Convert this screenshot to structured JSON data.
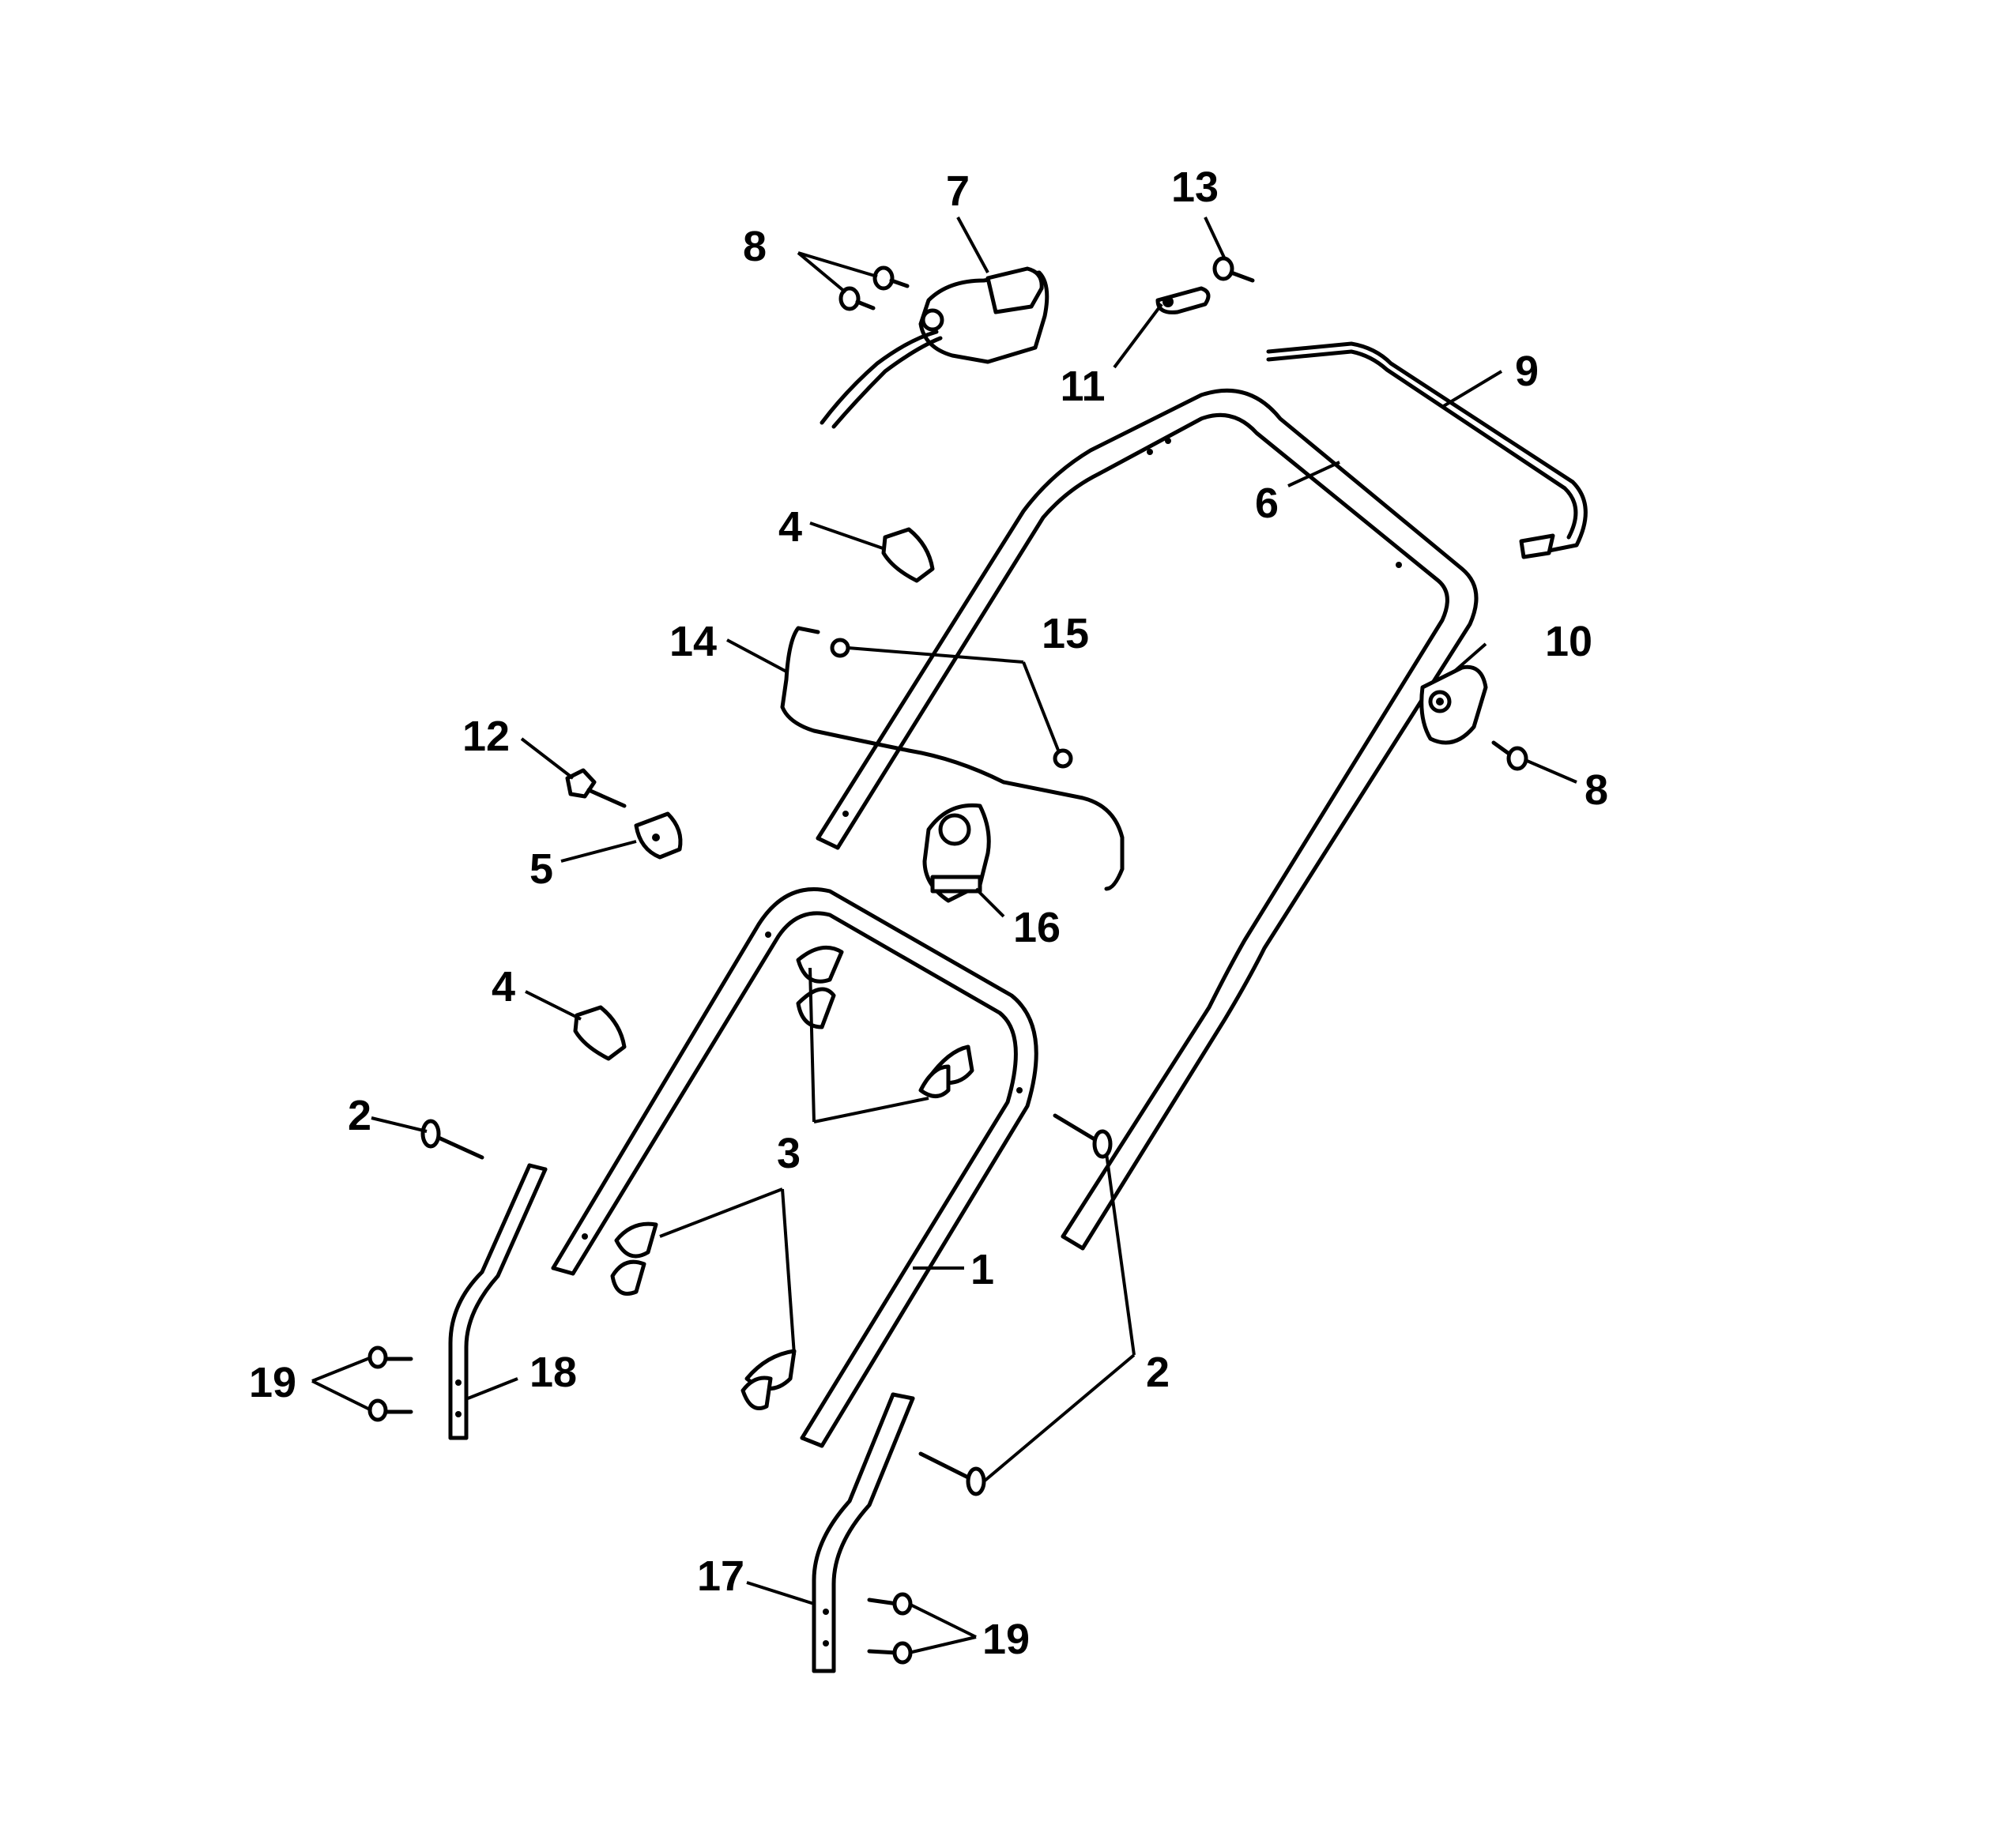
{
  "diagram": {
    "callouts": {
      "c1": "1",
      "c2a": "2",
      "c2b": "2",
      "c3": "3",
      "c4a": "4",
      "c4b": "4",
      "c5": "5",
      "c6": "6",
      "c7": "7",
      "c8a": "8",
      "c8b": "8",
      "c9": "9",
      "c10": "10",
      "c11": "11",
      "c12": "12",
      "c13": "13",
      "c14": "14",
      "c15": "15",
      "c16": "16",
      "c17": "17",
      "c18": "18",
      "c19a": "19",
      "c19b": "19"
    }
  }
}
